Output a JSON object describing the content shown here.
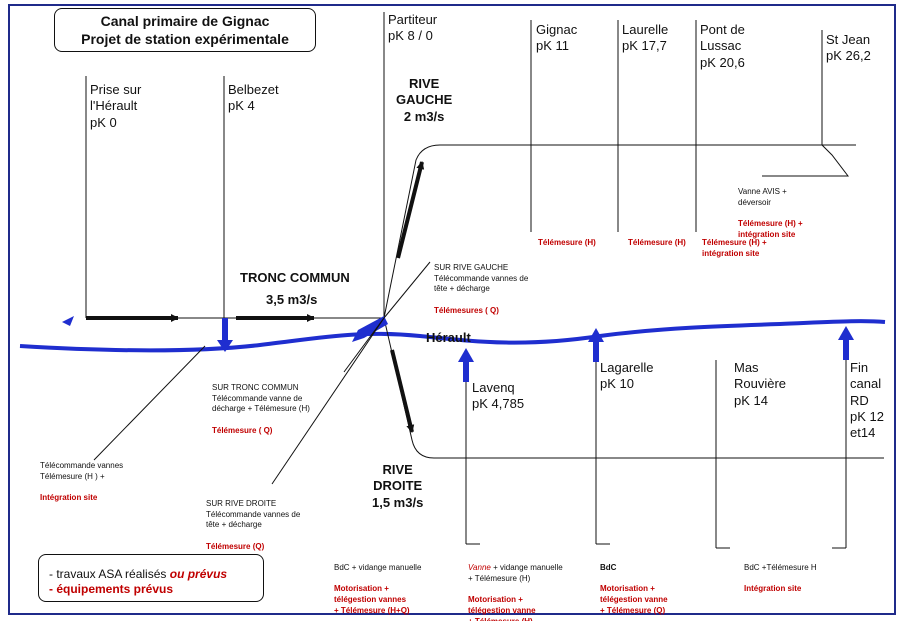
{
  "title": {
    "line1": "Canal primaire de Gignac",
    "line2": "Projet de station expérimentale"
  },
  "river_label": "Hérault",
  "stations_top": {
    "prise": "Prise sur\nl'Hérault\npK 0",
    "belbezet": "Belbezet\npK 4",
    "partiteur": "Partiteur\npK 8 / 0",
    "gignac": "Gignac\npK 11",
    "laurelle": "Laurelle\npK 17,7",
    "lussac": "Pont de\nLussac\npK 20,6",
    "stjean": "St Jean\npK 26,2"
  },
  "stations_bottom": {
    "lavenq": "Lavenq\npK 4,785",
    "lagarelle": "Lagarelle\npK 10",
    "mas": "Mas\nRouvière\npK 14",
    "fin": "Fin\ncanal\nRD\npK 12\net14"
  },
  "branches": {
    "rive_gauche": "RIVE\nGAUCHE\n2 m3/s",
    "tronc_title": "TRONC COMMUN",
    "tronc_flow": "3,5 m3/s",
    "rive_droite": "RIVE\nDROITE\n1,5 m3/s"
  },
  "notes": {
    "rg_black": "SUR RIVE GAUCHE\nTélécommande vannes de\ntête + décharge",
    "rg_red": "Télémesures ( Q)",
    "tc_black": "SUR TRONC COMMUN\nTélécommande vanne de\ndécharge + Télémesure (H)",
    "tc_red": "Télémesure ( Q)",
    "tel_black": "Télécommande vannes\nTélémesure (H ) +",
    "tel_red": "Intégration site",
    "rd_black": "SUR RIVE DROITE\nTélécommande vannes de\ntête + décharge",
    "rd_red": "Télémesure  (Q)",
    "avis_black": "Vanne AVIS +\ndéversoir",
    "avis_red": "Télémesure (H) +\nintégration site",
    "gignac_red": "Télémesure (H)",
    "laurelle_red": "Télémesure (H)",
    "lussac_red": "Télémesure (H) +\nintégration site",
    "lavenq_black": "BdC + vidange manuelle",
    "lavenq_red": "Motorisation +\ntélégestion vannes\n+ Télémesure (H+Q)",
    "lagarelle_italic": "Vanne",
    "lagarelle_black": " + vidange manuelle\n+ Télémesure (H)",
    "lagarelle_red": "Motorisation +\ntélégestion vanne\n+ Télémesure (H)",
    "bdc_black": "BdC",
    "bdc_red": "Motorisation +\ntélégestion vanne\n+ Télémesure (Q)",
    "mas_black": "BdC +Télémesure H",
    "mas_red": "Intégration site"
  },
  "legend": {
    "line1": "- travaux ASA réalisés ",
    "line1_red": "ou prévus",
    "line2": "- équipements prévus"
  },
  "colors": {
    "river": "#1f2ecf",
    "red": "#c00000",
    "frame": "#1f2a8a"
  }
}
